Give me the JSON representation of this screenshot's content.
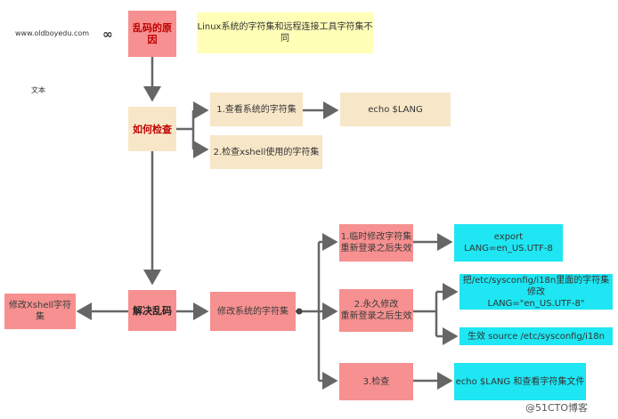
{
  "site_text": "www.oldboyedu.com",
  "link_symbol": "∞",
  "side_text": "文本",
  "watermark": "@51CTO博客",
  "nodes": {
    "cause": "乱码的原因",
    "note": "Linux系统的字符集和远程连接工具字符集不同",
    "check": "如何检查",
    "check_sys": "1.查看系统的字符集",
    "check_sys_cmd": "echo $LANG",
    "check_xshell": "2.检查xshell使用的字符集",
    "solve": "解决乱码",
    "fix_xshell": "修改Xshell字符集",
    "fix_sys": "修改系统的字符集",
    "temp": "1.临时修改字符集\n重新登录之后失效",
    "temp_cmd": "export LANG=en_US.UTF-8",
    "perm": "2.永久修改\n重新登录之后生效",
    "perm_cmd1": "把/etc/sysconfig/i18n里面的字符集修改\nLANG=\"en_US.UTF-8\"",
    "perm_cmd2": "生效 source  /etc/sysconfig/i18n",
    "verify": "3.检查",
    "verify_cmd": "echo  $LANG 和查看字符集文件"
  },
  "colors": {
    "beige": "#f7e7c8",
    "red": "#f79090",
    "cyan": "#1ee6f2",
    "note": "#ffffb8",
    "edge": "#666666"
  }
}
